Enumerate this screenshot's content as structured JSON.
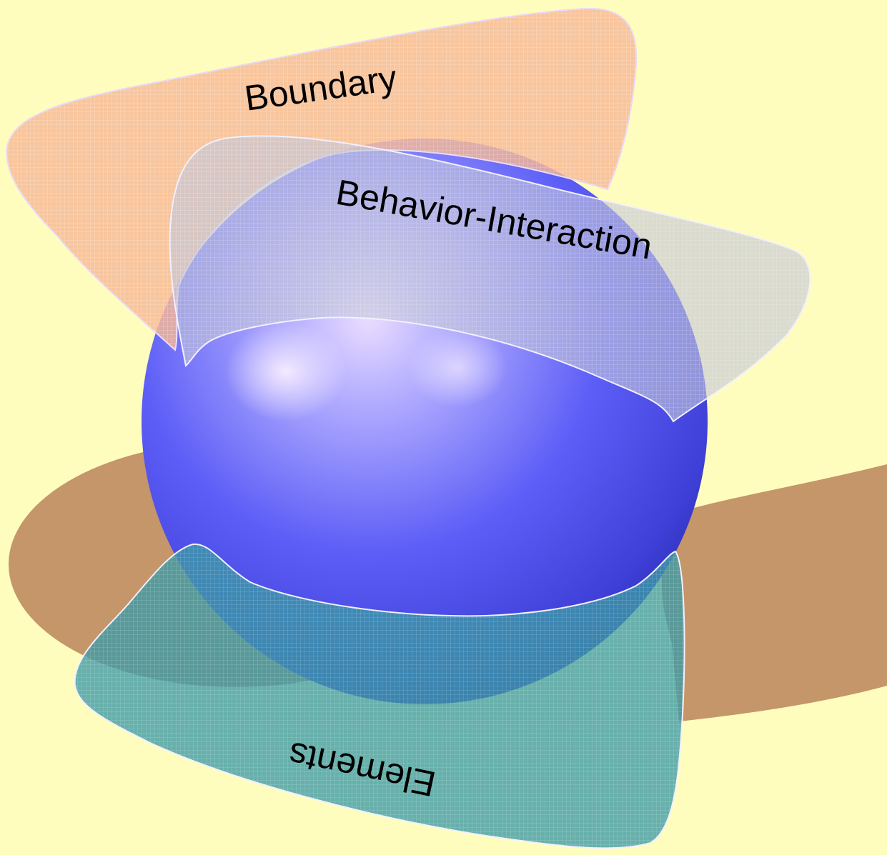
{
  "diagram": {
    "background_color": "#fefdbe",
    "sphere_color": "#5a5cf0",
    "shadow_color": "#c4966a",
    "planes": {
      "boundary": {
        "label": "Boundary",
        "fill": "#f7b896"
      },
      "behavior": {
        "label": "Behavior-Interaction",
        "fill": "#c4c7d8"
      },
      "elements": {
        "label": "Elements",
        "fill": "#3c9aa6"
      }
    }
  }
}
